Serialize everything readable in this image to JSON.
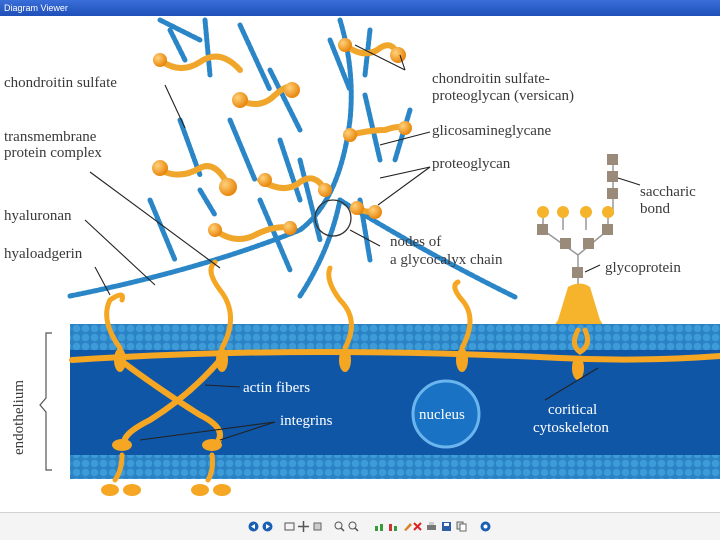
{
  "window": {
    "title": "Diagram Viewer"
  },
  "labels": {
    "chondroitin_sulfate": "chondroitin sulfate",
    "transmembrane_1": "transmembrane",
    "transmembrane_2": "protein complex",
    "hyaluronan": "hyaluronan",
    "hyaloadgerin": "hyaloadgerin",
    "cs_proteoglycan_1": "chondroitin sulfate-",
    "cs_proteoglycan_2": "proteoglycan (versican)",
    "glicosamineglycane": "glicosamineglycane",
    "proteoglycan": "proteoglycan",
    "nodes_1": "nodes of",
    "nodes_2": "a glycocalyx chain",
    "saccharic_1": "saccharic",
    "saccharic_2": "bond",
    "glycoprotein": "glycoprotein",
    "endothelium": "endothelium",
    "actin_fibers": "actin fibers",
    "integrins": "integrins",
    "nucleus": "nucleus",
    "cortical_1": "coritical",
    "cortical_2": "cytoskeleton"
  },
  "colors": {
    "membrane_blue": "#1f74b8",
    "cell_interior": "#0f56a6",
    "fiber_orange": "#f5a623",
    "node_orange": "#f39a1c",
    "chain_blue": "#2a86c6",
    "sugar_gray": "#8a8a8a"
  },
  "toolbar": {
    "buttons": [
      {
        "name": "first-page-icon"
      },
      {
        "name": "next-page-icon"
      },
      {
        "name": "fit-window-icon"
      },
      {
        "name": "pan-icon"
      },
      {
        "name": "select-icon"
      },
      {
        "name": "zoom-in-icon"
      },
      {
        "name": "zoom-out-icon"
      },
      {
        "name": "rotate-left-icon"
      },
      {
        "name": "rotate-right-icon"
      },
      {
        "name": "edit-icon"
      },
      {
        "name": "delete-icon"
      },
      {
        "name": "print-icon"
      },
      {
        "name": "save-icon"
      },
      {
        "name": "copy-icon"
      },
      {
        "name": "help-icon"
      }
    ]
  }
}
